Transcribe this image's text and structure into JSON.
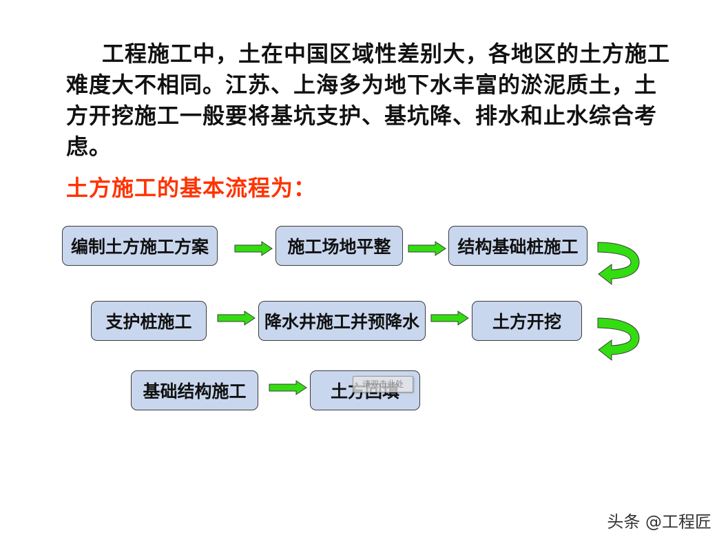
{
  "intro_paragraph": "工程施工中，土在中国区域性差别大，各地区的土方施工难度大不相同。江苏、上海多为地下水丰富的淤泥质土，土方开挖施工一般要将基坑支护、基坑降、排水和止水综合考虑。",
  "flow_heading": "土方施工的基本流程为：",
  "flow": {
    "row1": [
      "编制土方施工方案",
      "施工场地平整",
      "结构基础桩施工"
    ],
    "row2": [
      "支护桩施工",
      "降水井施工并预降水",
      "土方开挖"
    ],
    "row3": [
      "基础结构施工",
      "土方回填"
    ]
  },
  "overlay_tag": "请双击此处",
  "watermark": "头条 @工程匠",
  "colors": {
    "box_fill": "#c9d7ee",
    "box_border": "#3a3a3a",
    "arrow_green": "#33dd11",
    "heading_red": "#ff3300"
  },
  "icons": {
    "straight_arrow": "right-arrow-icon",
    "turn_arrow": "curved-turn-arrow-icon"
  }
}
